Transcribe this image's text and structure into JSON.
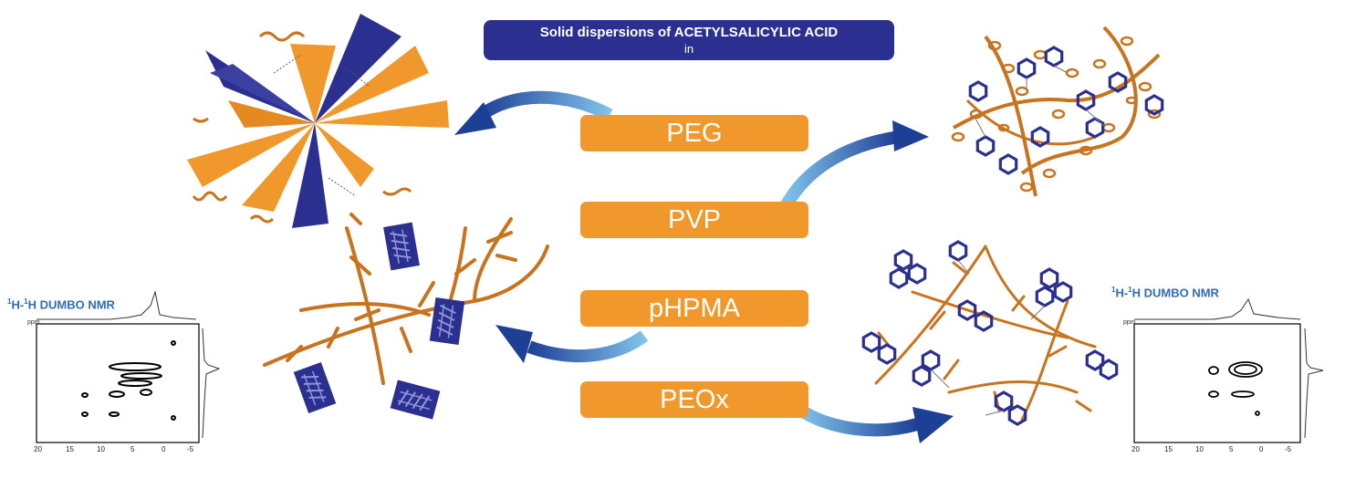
{
  "title": {
    "line1": "Solid dispersions of ACETYLSALICYLIC ACID",
    "line2": "in"
  },
  "polymers": [
    "PEG",
    "PVP",
    "pHPMA",
    "PEOx"
  ],
  "nmr_left": {
    "sup1": "1",
    "h1": "H-",
    "sup2": "1",
    "h2": "H DUMBO NMR",
    "ppm": "ppm",
    "ticks": [
      "20",
      "15",
      "10",
      "5",
      "0",
      "-5"
    ]
  },
  "nmr_right": {
    "sup1": "1",
    "h1": "H-",
    "sup2": "1",
    "h2": "H DUMBO NMR",
    "ppm": "ppm",
    "ticks": [
      "20",
      "15",
      "10",
      "5",
      "0",
      "-5"
    ]
  },
  "colors": {
    "navy": "#2b2f8f",
    "orange": "#f0982b",
    "brown": "#c8741e",
    "arrow_blue": "#1f5fae",
    "nmr_blue": "#2f6db3"
  }
}
